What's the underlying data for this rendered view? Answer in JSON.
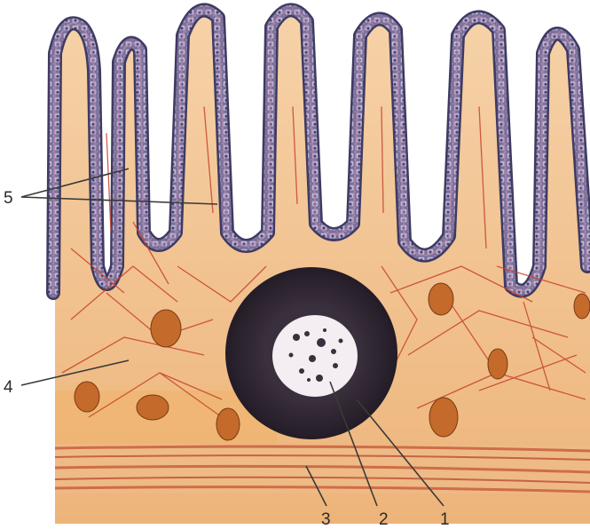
{
  "labels": {
    "l1": "1",
    "l2": "2",
    "l3": "3",
    "l4": "4",
    "l5": "5"
  },
  "colors": {
    "background": "#ffffff",
    "lamina_propria": "#f3c79a",
    "lamina_deep": "#e9a86a",
    "fibers": "#c8432a",
    "epithelium_outer": "#b48bb0",
    "epithelium_nuclei": "#4a4470",
    "nodule_dark": "#2e2630",
    "germinal_center": "#f4eef2",
    "cell_nucleus": "#c46a2a",
    "muscle": "#c4502e",
    "leader_line": "#3a3a3a"
  }
}
